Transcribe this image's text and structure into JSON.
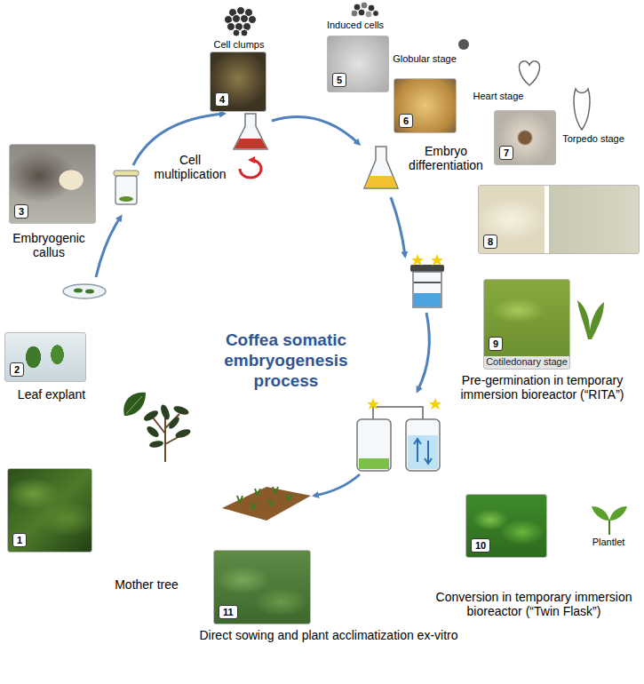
{
  "diagram": {
    "title": "Coffea somatic embryogenesis process",
    "nodes": [
      {
        "text": [
          "1"
        ]
      },
      {
        "text": [
          "2"
        ]
      },
      {
        "text": [
          "3"
        ]
      },
      {
        "text": [
          "4"
        ]
      },
      {
        "text": [
          "5"
        ]
      },
      {
        "text": [
          "6"
        ]
      },
      {
        "text": [
          "7"
        ]
      },
      {
        "text": [
          "8"
        ]
      },
      {
        "text": [
          "9",
          "Cotiledonary stage"
        ]
      },
      {
        "text": [
          "10"
        ]
      },
      {
        "text": [
          "11"
        ]
      }
    ],
    "labels": [
      "Induced cells",
      "Cell clumps",
      "Globular stage",
      "Heart stage",
      "Torpedo stage",
      "Cell multiplication",
      "Embryo differentiation",
      "Embryogenic callus",
      "Pre-germination in temporary immersion bioreactor (“RITA”)",
      "Leaf explant",
      "Plantlet",
      "Mother tree",
      "Conversion in temporary immersion bioreactor (“Twin Flask”)",
      "Direct sowing and plant acclimatization ex-vitro"
    ]
  }
}
